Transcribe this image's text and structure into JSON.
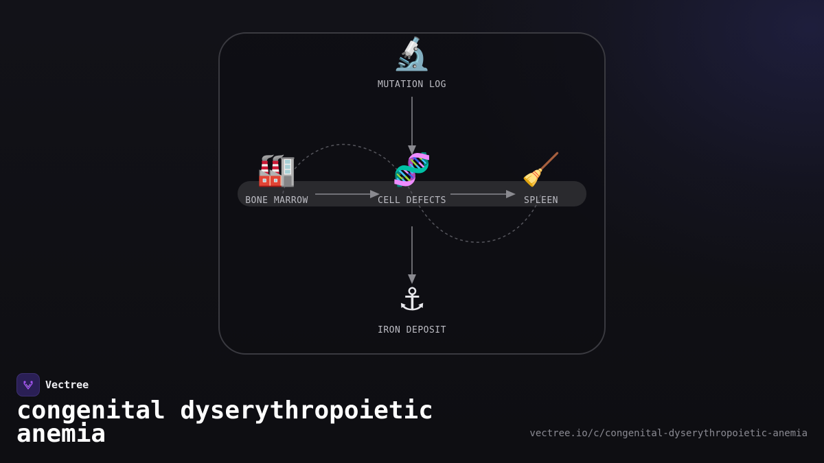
{
  "diagram": {
    "nodes": [
      {
        "id": "mutation-log",
        "label": "MUTATION LOG",
        "emoji": "🔬",
        "icon": "microscope-icon"
      },
      {
        "id": "bone-marrow",
        "label": "BONE MARROW",
        "emoji": "🏭",
        "icon": "factory-icon"
      },
      {
        "id": "cell-defects",
        "label": "CELL DEFECTS",
        "emoji": "🧬",
        "icon": "dna-icon"
      },
      {
        "id": "spleen",
        "label": "SPLEEN",
        "emoji": "🧹",
        "icon": "broom-icon"
      },
      {
        "id": "iron-deposit",
        "label": "IRON DEPOSIT",
        "emoji": "⚓",
        "icon": "anchor-icon"
      }
    ],
    "edges": [
      {
        "from": "mutation-log",
        "to": "cell-defects",
        "style": "solid"
      },
      {
        "from": "bone-marrow",
        "to": "cell-defects",
        "style": "solid"
      },
      {
        "from": "cell-defects",
        "to": "spleen",
        "style": "solid"
      },
      {
        "from": "cell-defects",
        "to": "iron-deposit",
        "style": "solid"
      },
      {
        "from": "bone-marrow",
        "to": "spleen",
        "style": "dashed"
      }
    ],
    "colors": {
      "edge": "#8a8a90",
      "dashed_edge": "#55555c",
      "band": "#2a2a2e",
      "card_border": "#3a3a40"
    }
  },
  "brand": {
    "name": "Vectree",
    "logo_icon": "vectree-logo-icon",
    "logo_color": "#a855f7"
  },
  "page": {
    "title": "congenital dyserythropoietic anemia",
    "url": "vectree.io/c/congenital-dyserythropoietic-anemia"
  }
}
